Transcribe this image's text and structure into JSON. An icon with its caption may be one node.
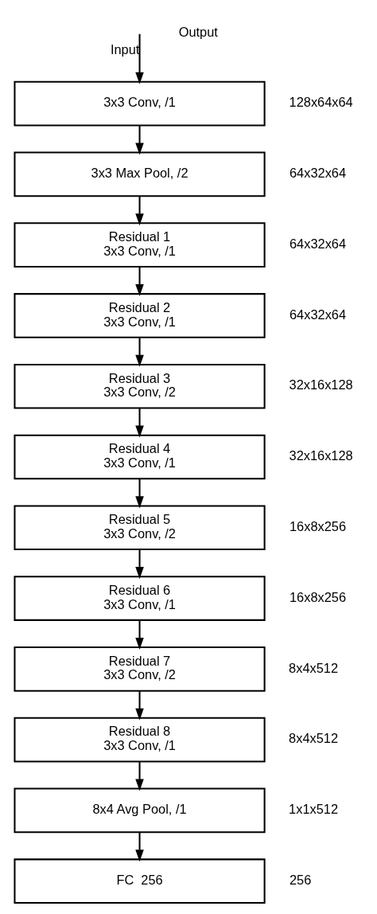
{
  "diagram": {
    "nodes": [
      {
        "text": [
          "3x3 Conv, /1"
        ],
        "beside": [
          "128x64x64"
        ]
      },
      {
        "text": [
          "3x3 Max Pool, /2"
        ],
        "beside": [
          "64x32x64"
        ]
      },
      {
        "text": [
          "Residual 1",
          "3x3 Conv, /1"
        ],
        "beside": [
          "64x32x64"
        ]
      },
      {
        "text": [
          "Residual 2",
          "3x3 Conv, /1"
        ],
        "beside": [
          "64x32x64"
        ]
      },
      {
        "text": [
          "Residual 3",
          "3x3 Conv, /2"
        ],
        "beside": [
          "32x16x128"
        ]
      },
      {
        "text": [
          "Residual 4",
          "3x3 Conv, /1"
        ],
        "beside": [
          "32x16x128"
        ]
      },
      {
        "text": [
          "Residual 5",
          "3x3 Conv, /2"
        ],
        "beside": [
          "16x8x256"
        ]
      },
      {
        "text": [
          "Residual 6",
          "3x3 Conv, /1"
        ],
        "beside": [
          "16x8x256"
        ]
      },
      {
        "text": [
          "Residual 7",
          "3x3 Conv, /2"
        ],
        "beside": [
          "8x4x512"
        ]
      },
      {
        "text": [
          "Residual 8",
          "3x3 Conv, /1"
        ],
        "beside": [
          "8x4x512"
        ]
      },
      {
        "text": [
          "8x4 Avg Pool, /1"
        ],
        "beside": [
          "1x1x512"
        ]
      },
      {
        "text": [
          "FC  256"
        ],
        "beside": [
          "256"
        ]
      }
    ],
    "edges": [
      {
        "from": null,
        "to": 0,
        "arrow": "to",
        "label": "Input"
      },
      {
        "from": 0,
        "to": 1,
        "arrow": "to"
      },
      {
        "from": 1,
        "to": 2,
        "arrow": "to"
      },
      {
        "from": 2,
        "to": 3,
        "arrow": "to"
      },
      {
        "from": 3,
        "to": 4,
        "arrow": "to"
      },
      {
        "from": 4,
        "to": 5,
        "arrow": "to"
      },
      {
        "from": 5,
        "to": 6,
        "arrow": "to"
      },
      {
        "from": 6,
        "to": 7,
        "arrow": "to"
      },
      {
        "from": 7,
        "to": 8,
        "arrow": "to"
      },
      {
        "from": 8,
        "to": 9,
        "arrow": "to"
      },
      {
        "from": 9,
        "to": 10,
        "arrow": "to"
      },
      {
        "from": 10,
        "to": 11,
        "arrow": "to"
      }
    ],
    "labels": [
      "Output"
    ]
  }
}
